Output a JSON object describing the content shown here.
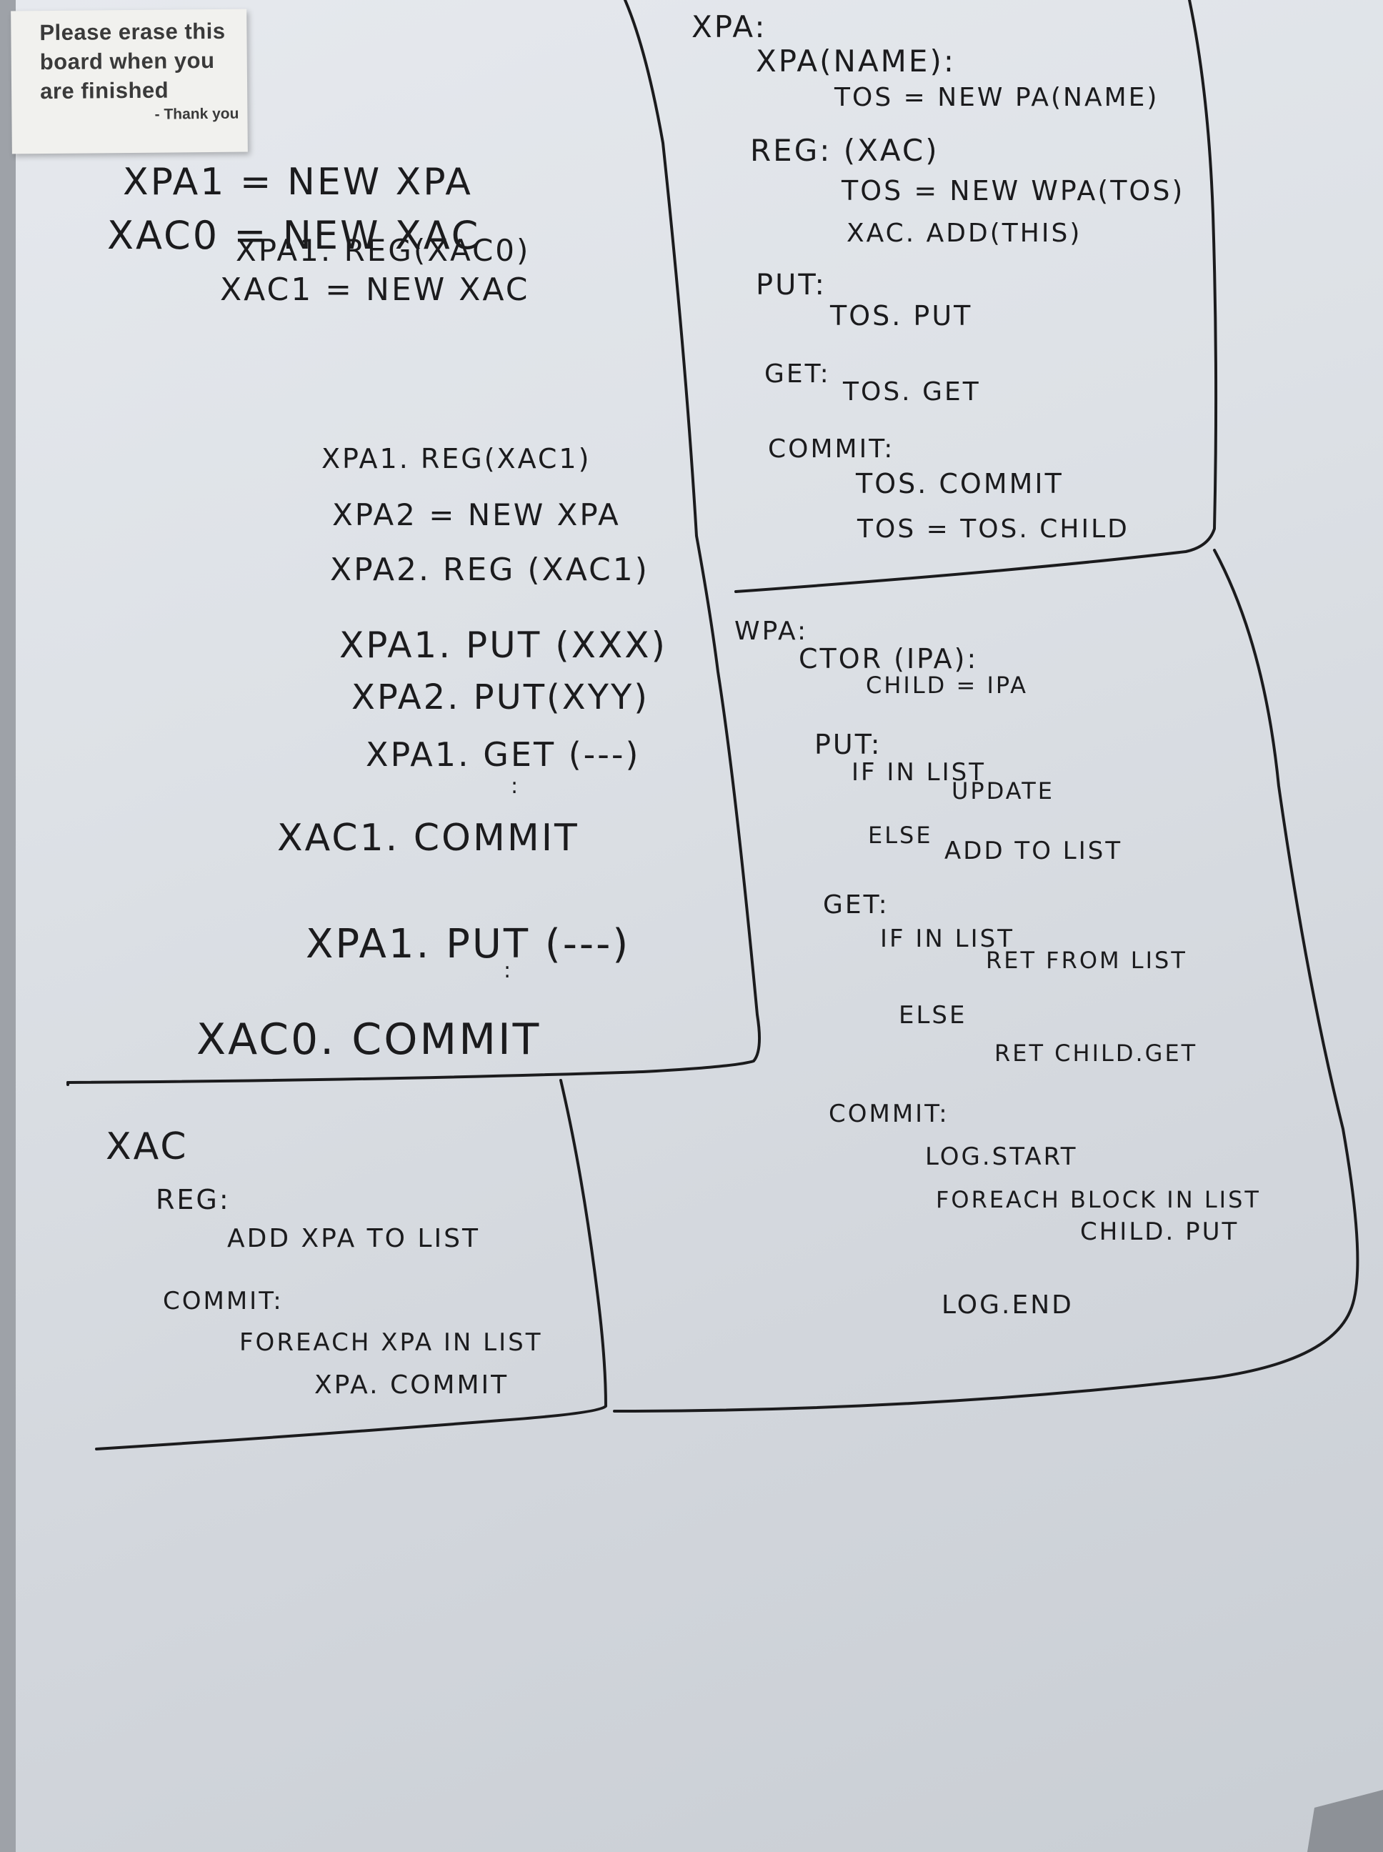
{
  "sign": {
    "lines": [
      "Please erase this",
      "board when you",
      "are finished"
    ],
    "thanks": "- Thank you"
  },
  "main_code": [
    "XPA1 = NEW XPA",
    "XAC0 = NEW XAC",
    "XPA1. REG(XAC0)",
    "XAC1 = NEW XAC",
    "XPA1. REG(XAC1)",
    "XPA2 = NEW XPA",
    "XPA2. REG (XAC1)",
    "XPA1. PUT (XXX)",
    "XPA2. PUT(XYY)",
    "XPA1. GET (---)",
    ":",
    "XAC1. COMMIT",
    "XPA1. PUT (---)",
    ":",
    "XAC0. COMMIT"
  ],
  "xpa_box": [
    "XPA:",
    "XPA(NAME):",
    "TOS = NEW PA(NAME)",
    "REG: (XAC)",
    "TOS = NEW WPA(TOS)",
    "XAC. ADD(THIS)",
    "PUT:",
    "TOS. PUT",
    "GET:",
    "TOS. GET",
    "COMMIT:",
    "TOS. COMMIT",
    "TOS = TOS. CHILD"
  ],
  "wpa_box": [
    "WPA:",
    "CTOR (IPA):",
    "CHILD = IPA",
    "PUT:",
    "IF IN LIST",
    "UPDATE",
    "ELSE",
    "ADD TO LIST",
    "GET:",
    "IF IN LIST",
    "RET FROM LIST",
    "ELSE",
    "RET CHILD.GET",
    "COMMIT:",
    "LOG.START",
    "FOREACH BLOCK IN LIST",
    "CHILD. PUT",
    "LOG.END"
  ],
  "xac_box": [
    "XAC",
    "REG:",
    "ADD XPA TO LIST",
    "COMMIT:",
    "FOREACH XPA IN LIST",
    "XPA. COMMIT"
  ]
}
